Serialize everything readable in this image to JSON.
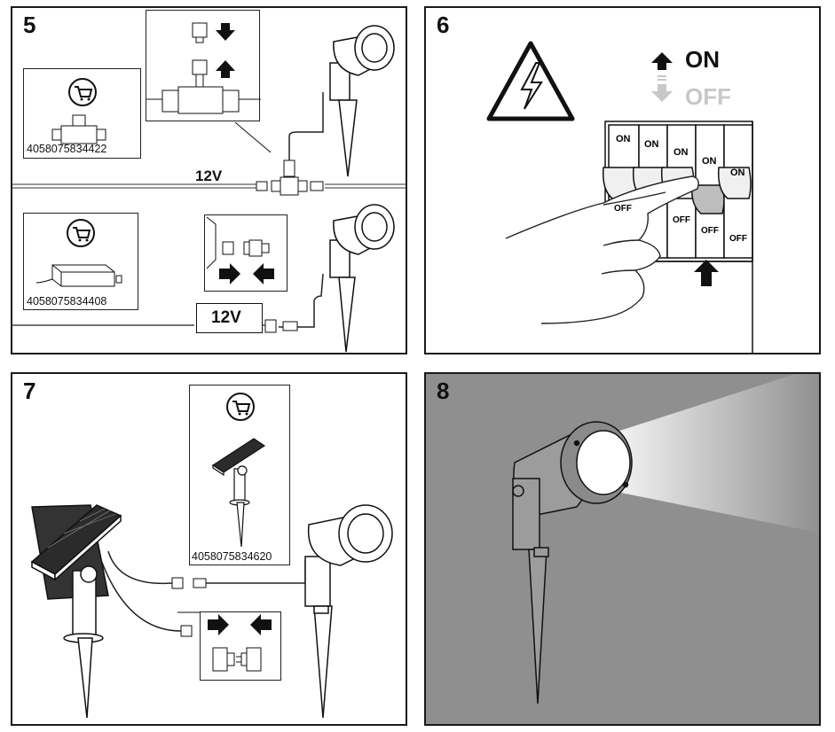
{
  "steps": [
    {
      "number": "5",
      "article_top": "4058075834422",
      "article_bottom": "4058075834408",
      "voltage_cable": "12V",
      "voltage_box": "12V"
    },
    {
      "number": "6",
      "on": "ON",
      "off": "OFF",
      "switch_on": "ON",
      "switch_off": "OFF"
    },
    {
      "number": "7",
      "article": "4058075834620"
    },
    {
      "number": "8"
    }
  ],
  "colors": {
    "panel8_bg": "#8f8f8f",
    "line": "#1a1a1a",
    "off_text": "#c8c8c8"
  },
  "icons": [
    "cart-icon",
    "electric-warning-icon",
    "arrow-up-icon",
    "arrow-down-icon",
    "arrow-right-icon",
    "arrow-left-icon"
  ]
}
